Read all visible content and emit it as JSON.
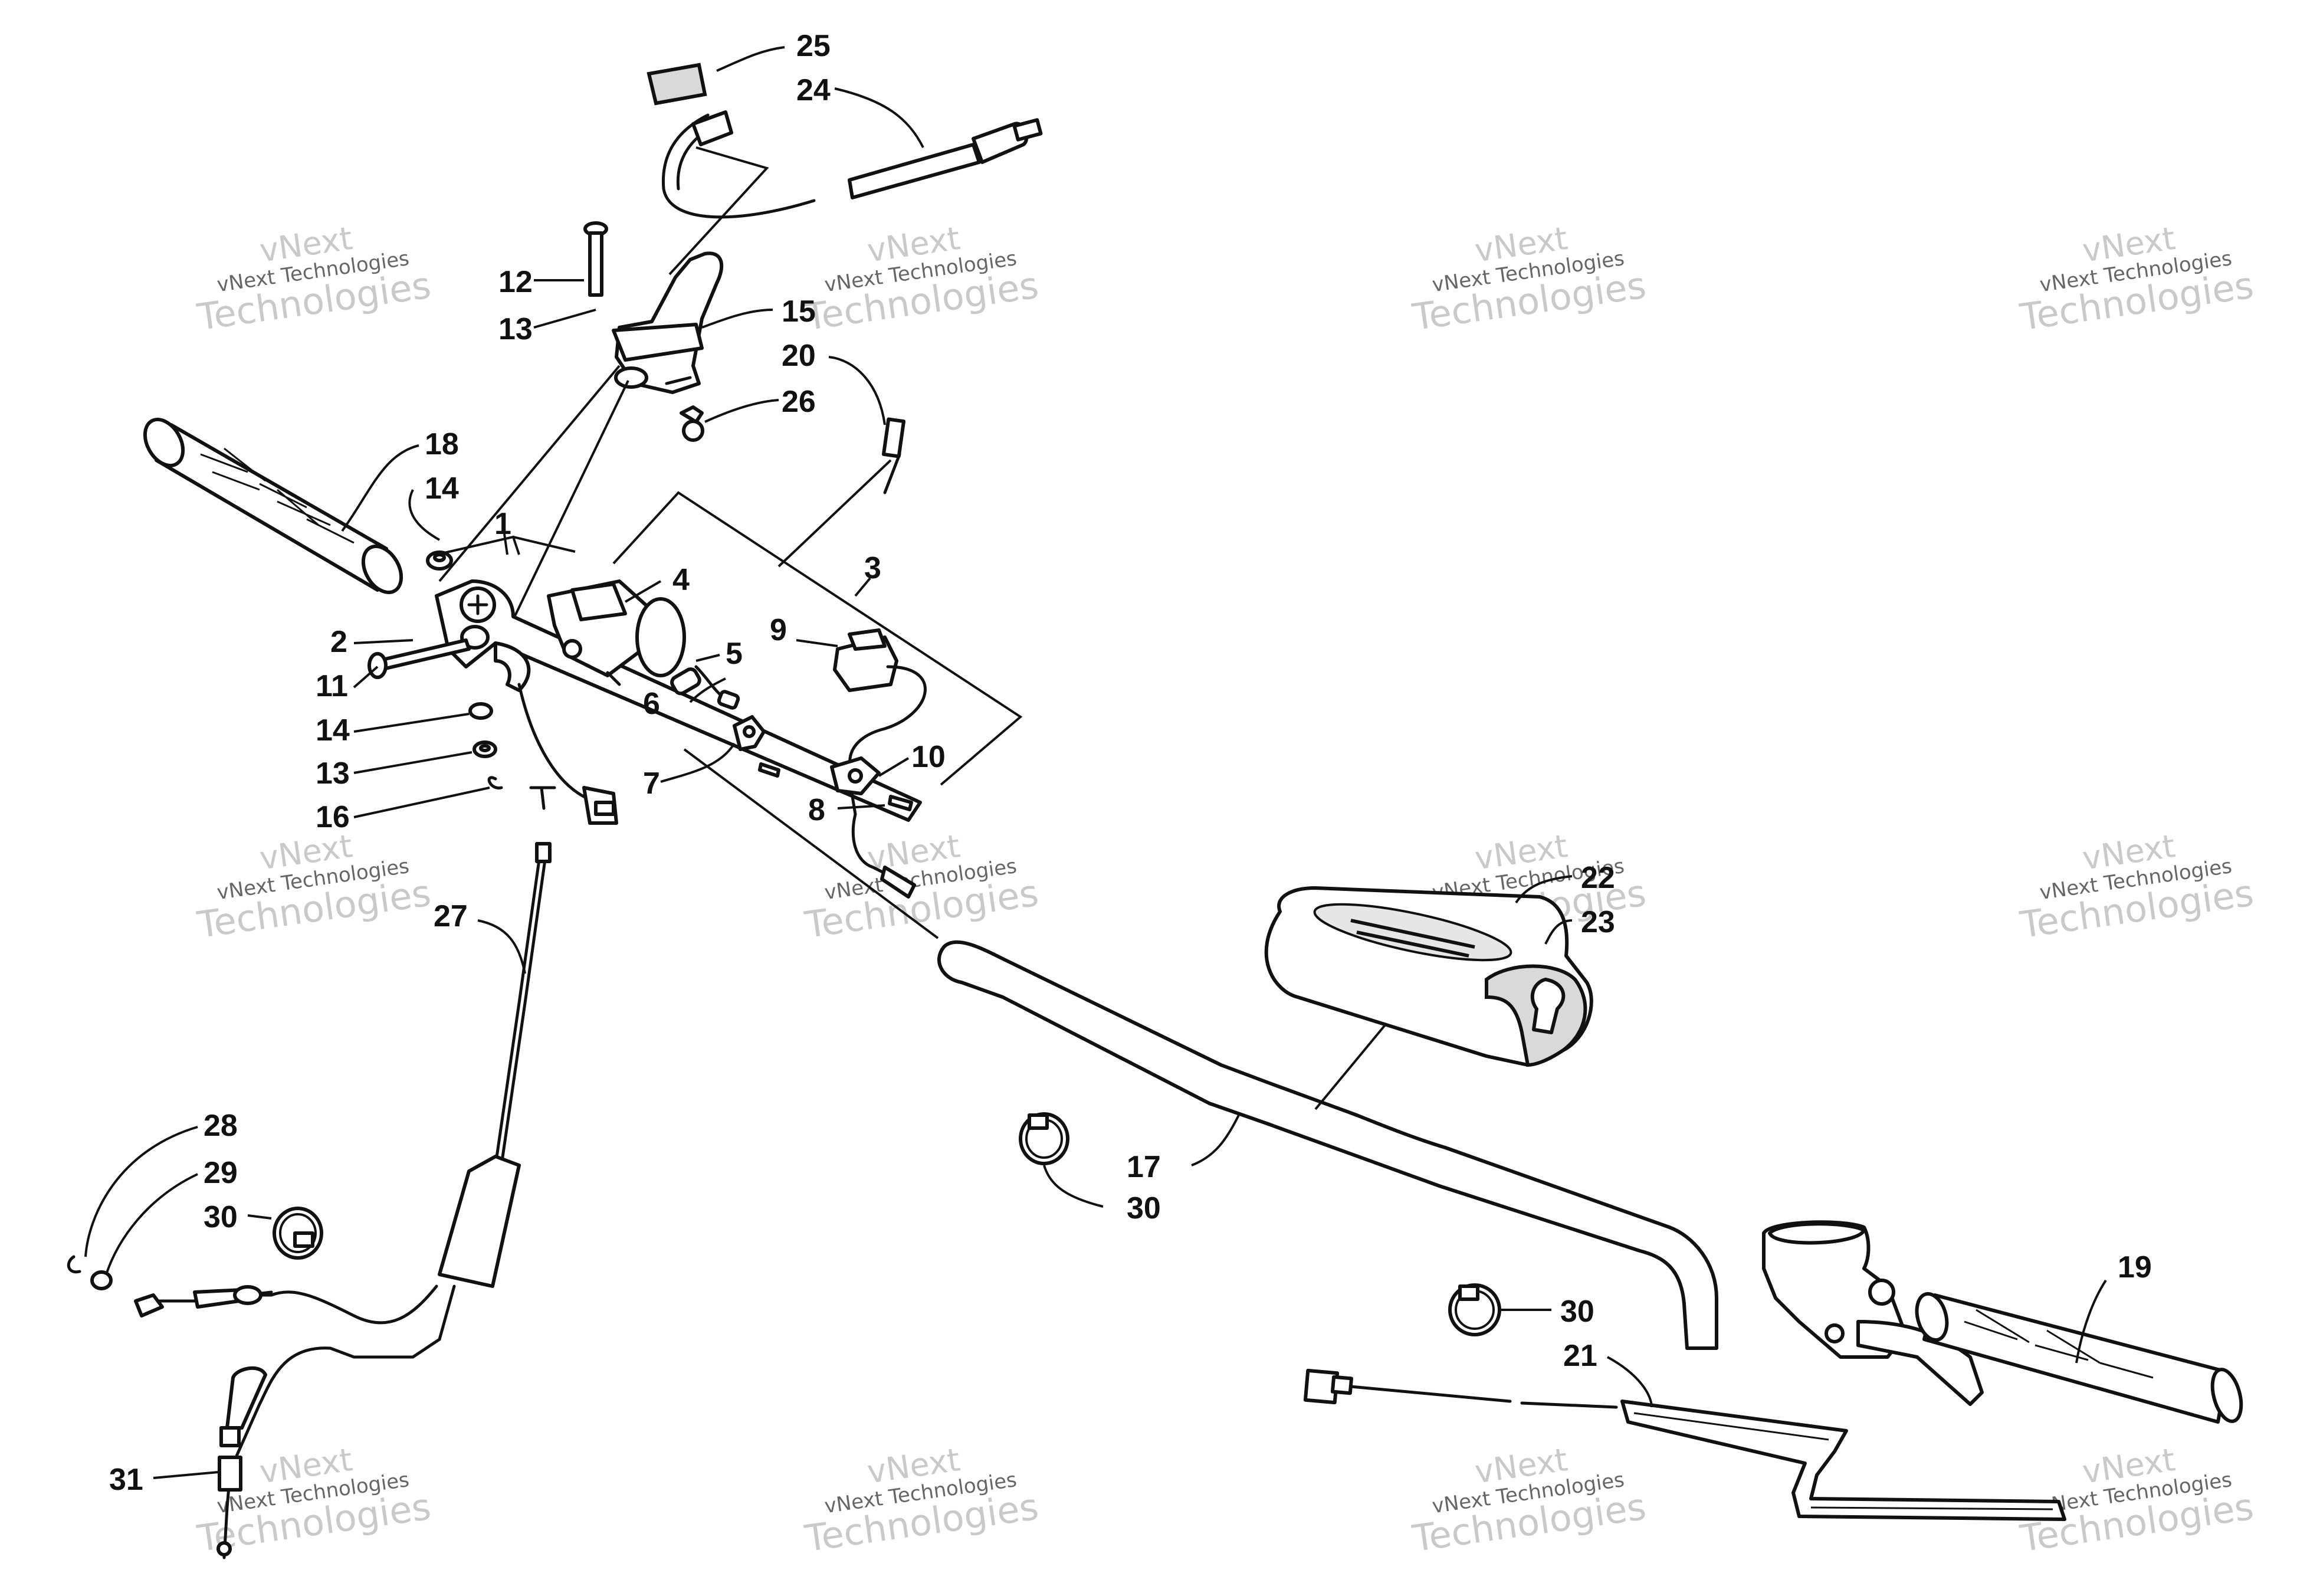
{
  "watermark": {
    "brand_top": "vNext",
    "brand_line": "vNext Technologies",
    "brand_bottom": "Technologies"
  },
  "labels": {
    "p1": "1",
    "p2": "2",
    "p3": "3",
    "p4": "4",
    "p5": "5",
    "p6": "6",
    "p7": "7",
    "p8": "8",
    "p9": "9",
    "p10": "10",
    "p11": "11",
    "p12": "12",
    "p13a": "13",
    "p13b": "13",
    "p14a": "14",
    "p14b": "14",
    "p15": "15",
    "p16": "16",
    "p17": "17",
    "p18": "18",
    "p19": "19",
    "p20": "20",
    "p21": "21",
    "p22": "22",
    "p23": "23",
    "p24": "24",
    "p25": "25",
    "p26": "26",
    "p27": "27",
    "p28": "28",
    "p29": "29",
    "p30a": "30",
    "p30b": "30",
    "p30c": "30",
    "p31": "31"
  }
}
